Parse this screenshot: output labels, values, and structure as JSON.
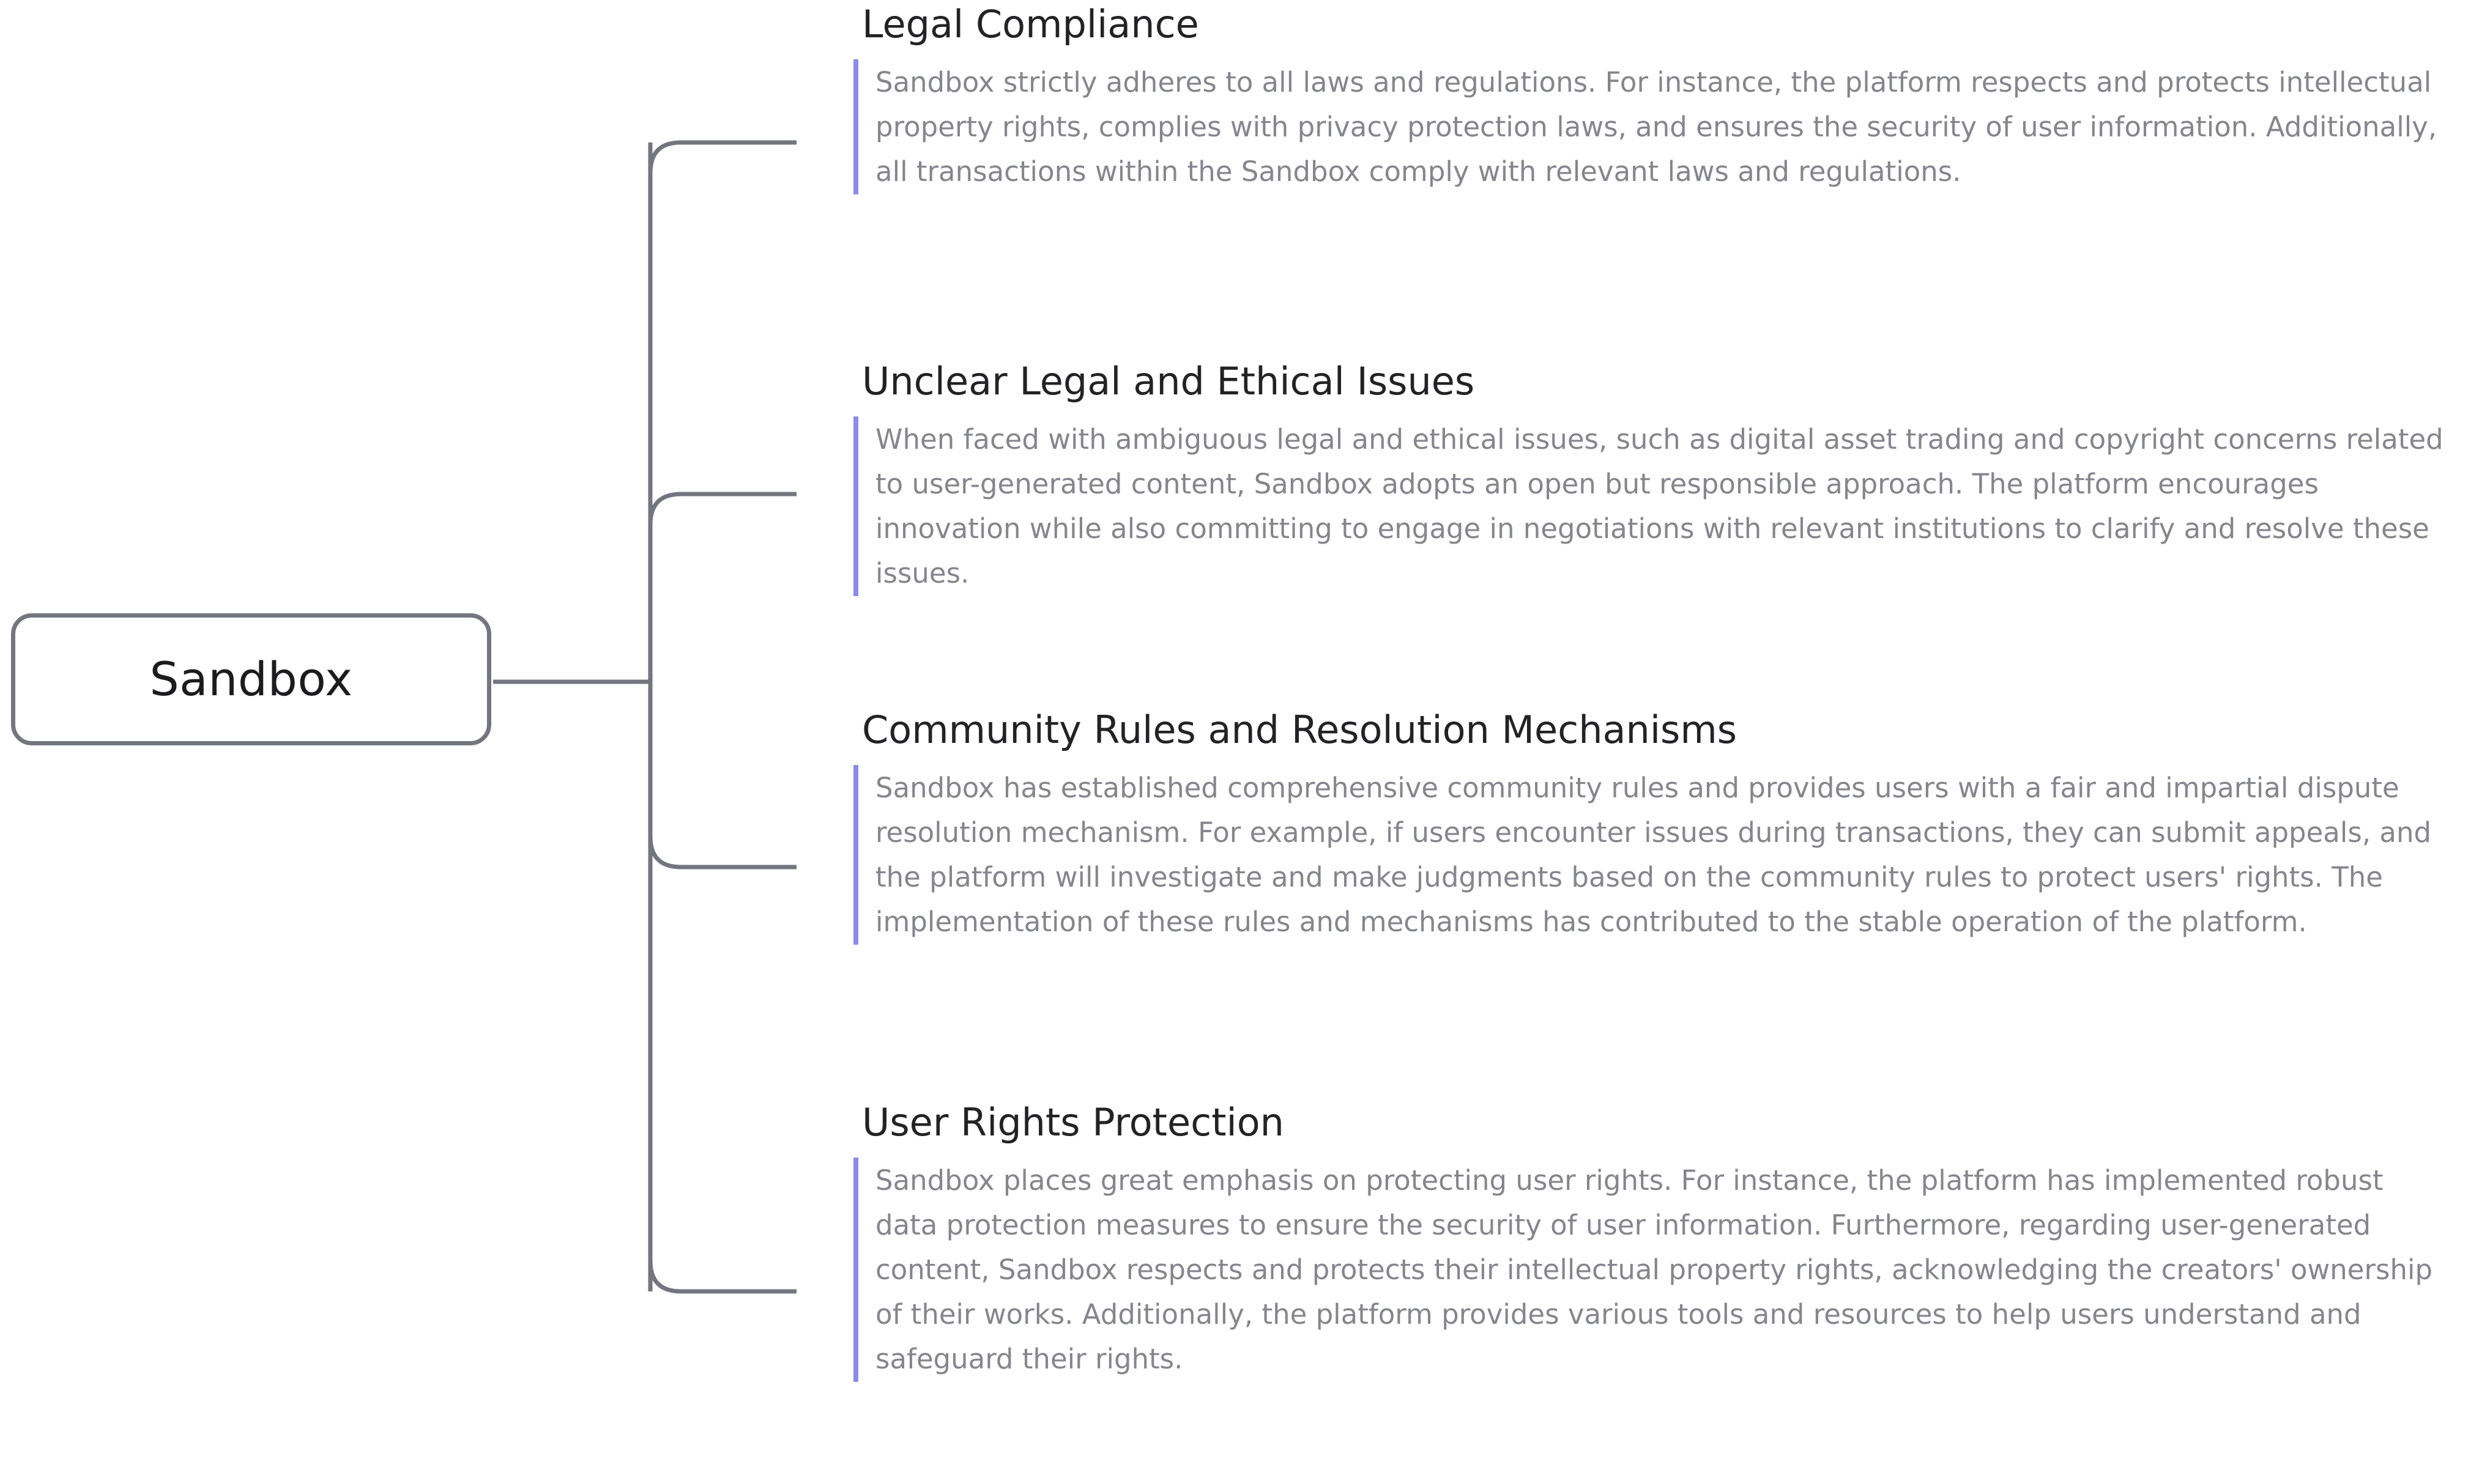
{
  "diagram": {
    "type": "mind-map",
    "root": {
      "label": "Sandbox"
    },
    "accent_color": "#8b8bec",
    "connector_color": "#73757f",
    "title_color": "#232326",
    "body_color": "#85868d",
    "branches": [
      {
        "title": "Legal Compliance",
        "body": "Sandbox strictly adheres to all laws and regulations. For instance, the platform respects and protects intellectual property rights, complies with privacy protection laws, and ensures the security of user information. Additionally, all transactions within the Sandbox comply with relevant laws and regulations."
      },
      {
        "title": "Unclear Legal and Ethical Issues",
        "body": "When faced with ambiguous legal and ethical issues, such as digital asset trading and copyright concerns related to user-generated content, Sandbox adopts an open but responsible approach. The platform encourages innovation while also committing to engage in negotiations with relevant institutions to clarify and resolve these issues."
      },
      {
        "title": "Community Rules and Resolution Mechanisms",
        "body": "Sandbox has established comprehensive community rules and provides users with a fair and impartial dispute resolution mechanism. For example, if users encounter issues during transactions, they can submit appeals, and the platform will investigate and make judgments based on the community rules to protect users' rights. The implementation of these rules and mechanisms has contributed to the stable operation of the platform."
      },
      {
        "title": "User Rights Protection",
        "body": "Sandbox places great emphasis on protecting user rights. For instance, the platform has implemented robust data protection measures to ensure the security of user information. Furthermore, regarding user-generated content, Sandbox respects and protects their intellectual property rights, acknowledging the creators' ownership of their works. Additionally, the platform provides various tools and resources to help users understand and safeguard their rights."
      }
    ]
  }
}
